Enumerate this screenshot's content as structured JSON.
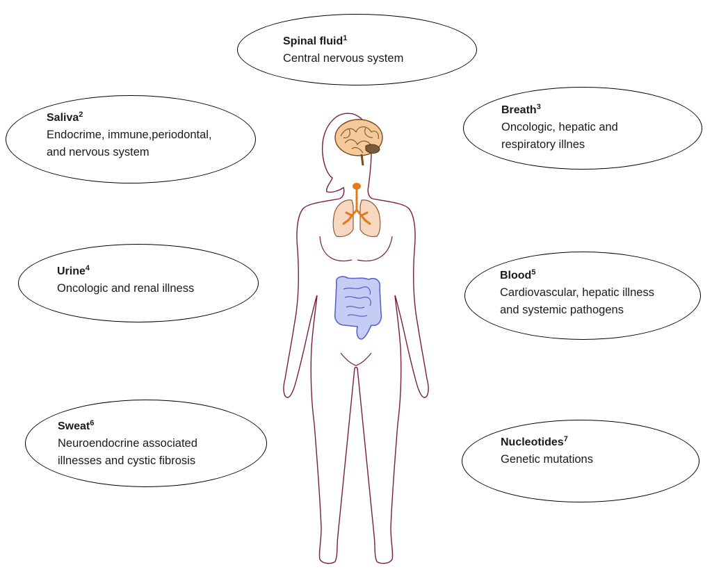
{
  "bubbles": [
    {
      "id": "spinal-fluid",
      "title": "Spinal fluid",
      "ref": "1",
      "lines": [
        "Central nervous system"
      ]
    },
    {
      "id": "saliva",
      "title": "Saliva",
      "ref": "2",
      "lines": [
        "Endocrime, immune,periodontal,",
        "and nervous system"
      ]
    },
    {
      "id": "breath",
      "title": "Breath",
      "ref": "3",
      "lines": [
        "Oncologic, hepatic and",
        "respiratory illnes"
      ]
    },
    {
      "id": "urine",
      "title": "Urine",
      "ref": "4",
      "lines": [
        "Oncologic and renal illness"
      ]
    },
    {
      "id": "blood",
      "title": "Blood",
      "ref": "5",
      "lines": [
        "Cardiovascular, hepatic illness",
        "and  systemic pathogens"
      ]
    },
    {
      "id": "sweat",
      "title": "Sweat",
      "ref": "6",
      "lines": [
        "Neuroendocrine associated",
        "illnesses and  cystic fibrosis"
      ]
    },
    {
      "id": "nucleotides",
      "title": "Nucleotides",
      "ref": "7",
      "lines": [
        "Genetic mutations"
      ]
    }
  ],
  "colors": {
    "body_outline": "#7a1b45",
    "brain_fill": "#f5c99a",
    "lungs_fill": "#f8d7c0",
    "trachea": "#e07a1a",
    "intestine_fill": "#c5cdf5",
    "intestine_stroke": "#5a63c9"
  }
}
